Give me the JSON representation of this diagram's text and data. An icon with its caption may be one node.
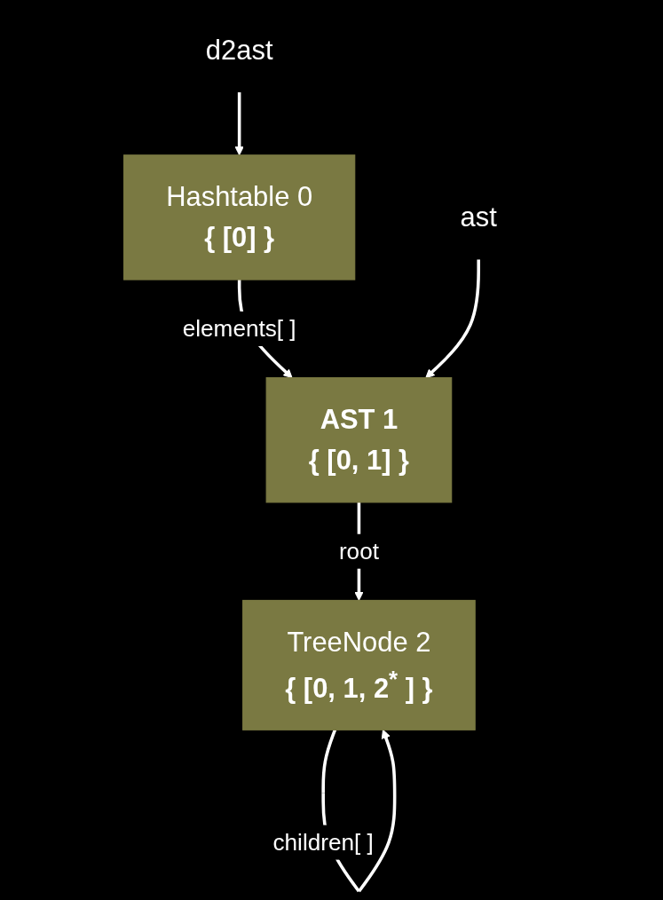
{
  "diagram": {
    "nodes": [
      {
        "text": [
          "d2ast"
        ]
      },
      {
        "text": [
          "Hashtable 0",
          "{ [0] }"
        ]
      },
      {
        "text": [
          "AST 1",
          "{ [0, 1] }"
        ]
      },
      {
        "text": [
          "ast"
        ]
      },
      {
        "text": [
          "TreeNode 2",
          "{ [0, 1, 2$^{*}$ ] }"
        ]
      }
    ],
    "edges": [
      {
        "from": 0,
        "to": 1,
        "arrow": "to"
      },
      {
        "from": 1,
        "to": 2,
        "arrow": "to",
        "label": "elements[ ]"
      },
      {
        "from": 3,
        "to": 2,
        "arrow": "to"
      },
      {
        "from": 2,
        "to": 4,
        "arrow": "to",
        "label": "root"
      },
      {
        "from": 4,
        "to": 4,
        "arrow": "to",
        "label": "children[ ]"
      }
    ]
  }
}
